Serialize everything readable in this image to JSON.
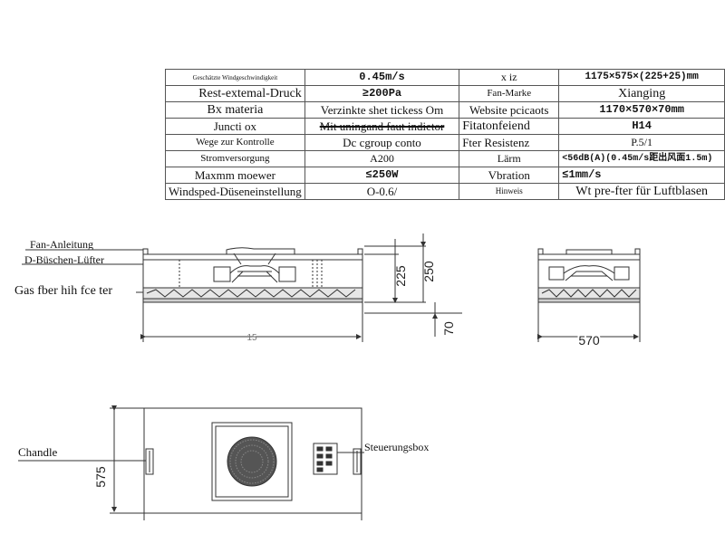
{
  "spec_table": {
    "rows": [
      {
        "l1": "Geschätzte Windgeschwindigkeit",
        "v1": "0.45m/s",
        "l2": "x iz",
        "v2": "1175×575×(225+25)mm"
      },
      {
        "l1": "Rest-extemal-Druck",
        "v1": "≥200Pa",
        "l2": "Fan-Marke",
        "v2": "Xianging"
      },
      {
        "l1": "Bx materia",
        "v1": "Verzinkte shet tickess Om",
        "l2": "Website pcicaots",
        "v2": "1170×570×70mm"
      },
      {
        "l1": "Juncti ox",
        "v1": "Mit uningand faut indietor",
        "l2": "Fitatonfeiend",
        "v2": "H14"
      },
      {
        "l1": "Wege zur Kontrolle",
        "v1": "Dc cgroup conto",
        "l2": "Fter Resistenz",
        "v2": "P.5/1"
      },
      {
        "l1": "Stromversorgung",
        "v1": "A200",
        "l2": "Lärm",
        "v2": "<56dB(A)(0.45m/s距出风面1.5m)"
      },
      {
        "l1": "Maxmm moewer",
        "v1": "≤250W",
        "l2": "Vbration",
        "v2": "≤1mm/s"
      },
      {
        "l1": "Windsped-Düseneinstellung",
        "v1": "O-0.6/",
        "l2": "Hinweis",
        "v2": "Wt pre-fter für Luftblasen"
      }
    ]
  },
  "side_view": {
    "label_fan": "Fan-Anleitung",
    "label_dnozzle": "D-Büschen-Lüfter",
    "label_gas": "Gas fber hih fce ter",
    "dim_225": "225",
    "dim_250": "250",
    "dim_70": "70",
    "dim_width": "15"
  },
  "end_view": {
    "dim_570": "570"
  },
  "top_view": {
    "label_handle": "Chandle",
    "label_control": "Steuerungsbox",
    "dim_575": "575"
  }
}
